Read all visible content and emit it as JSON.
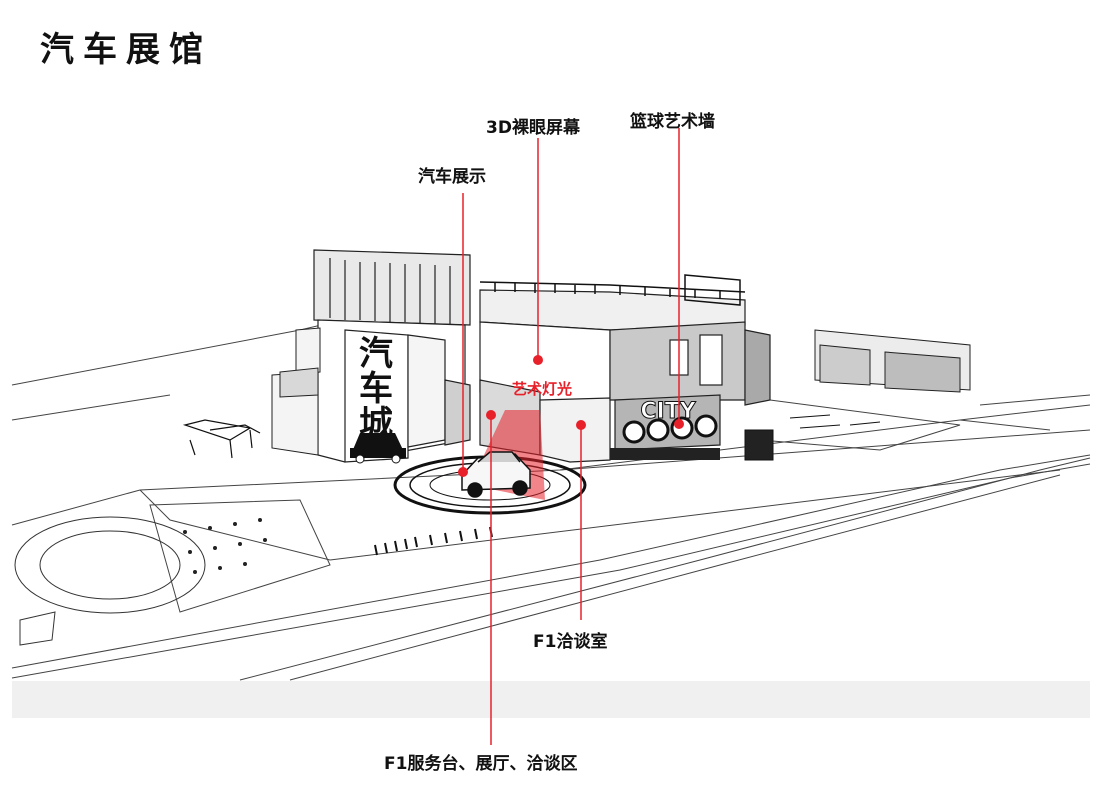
{
  "page": {
    "title": "汽车展馆"
  },
  "labels": {
    "car_display": "汽车展示",
    "screen_3d": "3D裸眼屏幕",
    "basketball_wall": "篮球艺术墙",
    "art_lighting": "艺术灯光",
    "f1_meeting_room": "F1洽谈室",
    "f1_service": "F1服务台、展厅、洽谈区"
  },
  "signage": {
    "vertical_sign": "汽车城",
    "city_sign": "CITY"
  },
  "colors": {
    "accent": "#e8202a",
    "ink": "#111111",
    "line": "#333333",
    "band": "#f0f0f0"
  }
}
